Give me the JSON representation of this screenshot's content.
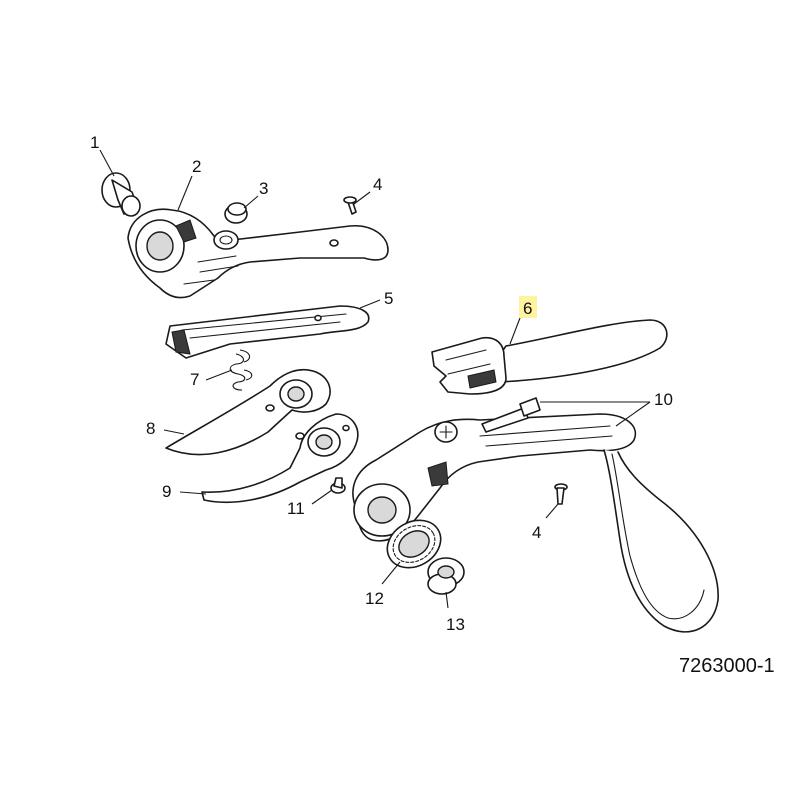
{
  "diagram": {
    "drawing_number": "7263000-1",
    "highlight_color": "#fff3a0",
    "callouts": [
      {
        "id": "c1",
        "label": "1"
      },
      {
        "id": "c2",
        "label": "2"
      },
      {
        "id": "c3",
        "label": "3"
      },
      {
        "id": "c4a",
        "label": "4"
      },
      {
        "id": "c5",
        "label": "5"
      },
      {
        "id": "c6",
        "label": "6",
        "highlighted": true
      },
      {
        "id": "c7",
        "label": "7"
      },
      {
        "id": "c8",
        "label": "8"
      },
      {
        "id": "c9",
        "label": "9"
      },
      {
        "id": "c10",
        "label": "10"
      },
      {
        "id": "c4b",
        "label": "4"
      },
      {
        "id": "c11",
        "label": "11"
      },
      {
        "id": "c12",
        "label": "12"
      },
      {
        "id": "c13",
        "label": "13"
      }
    ]
  }
}
